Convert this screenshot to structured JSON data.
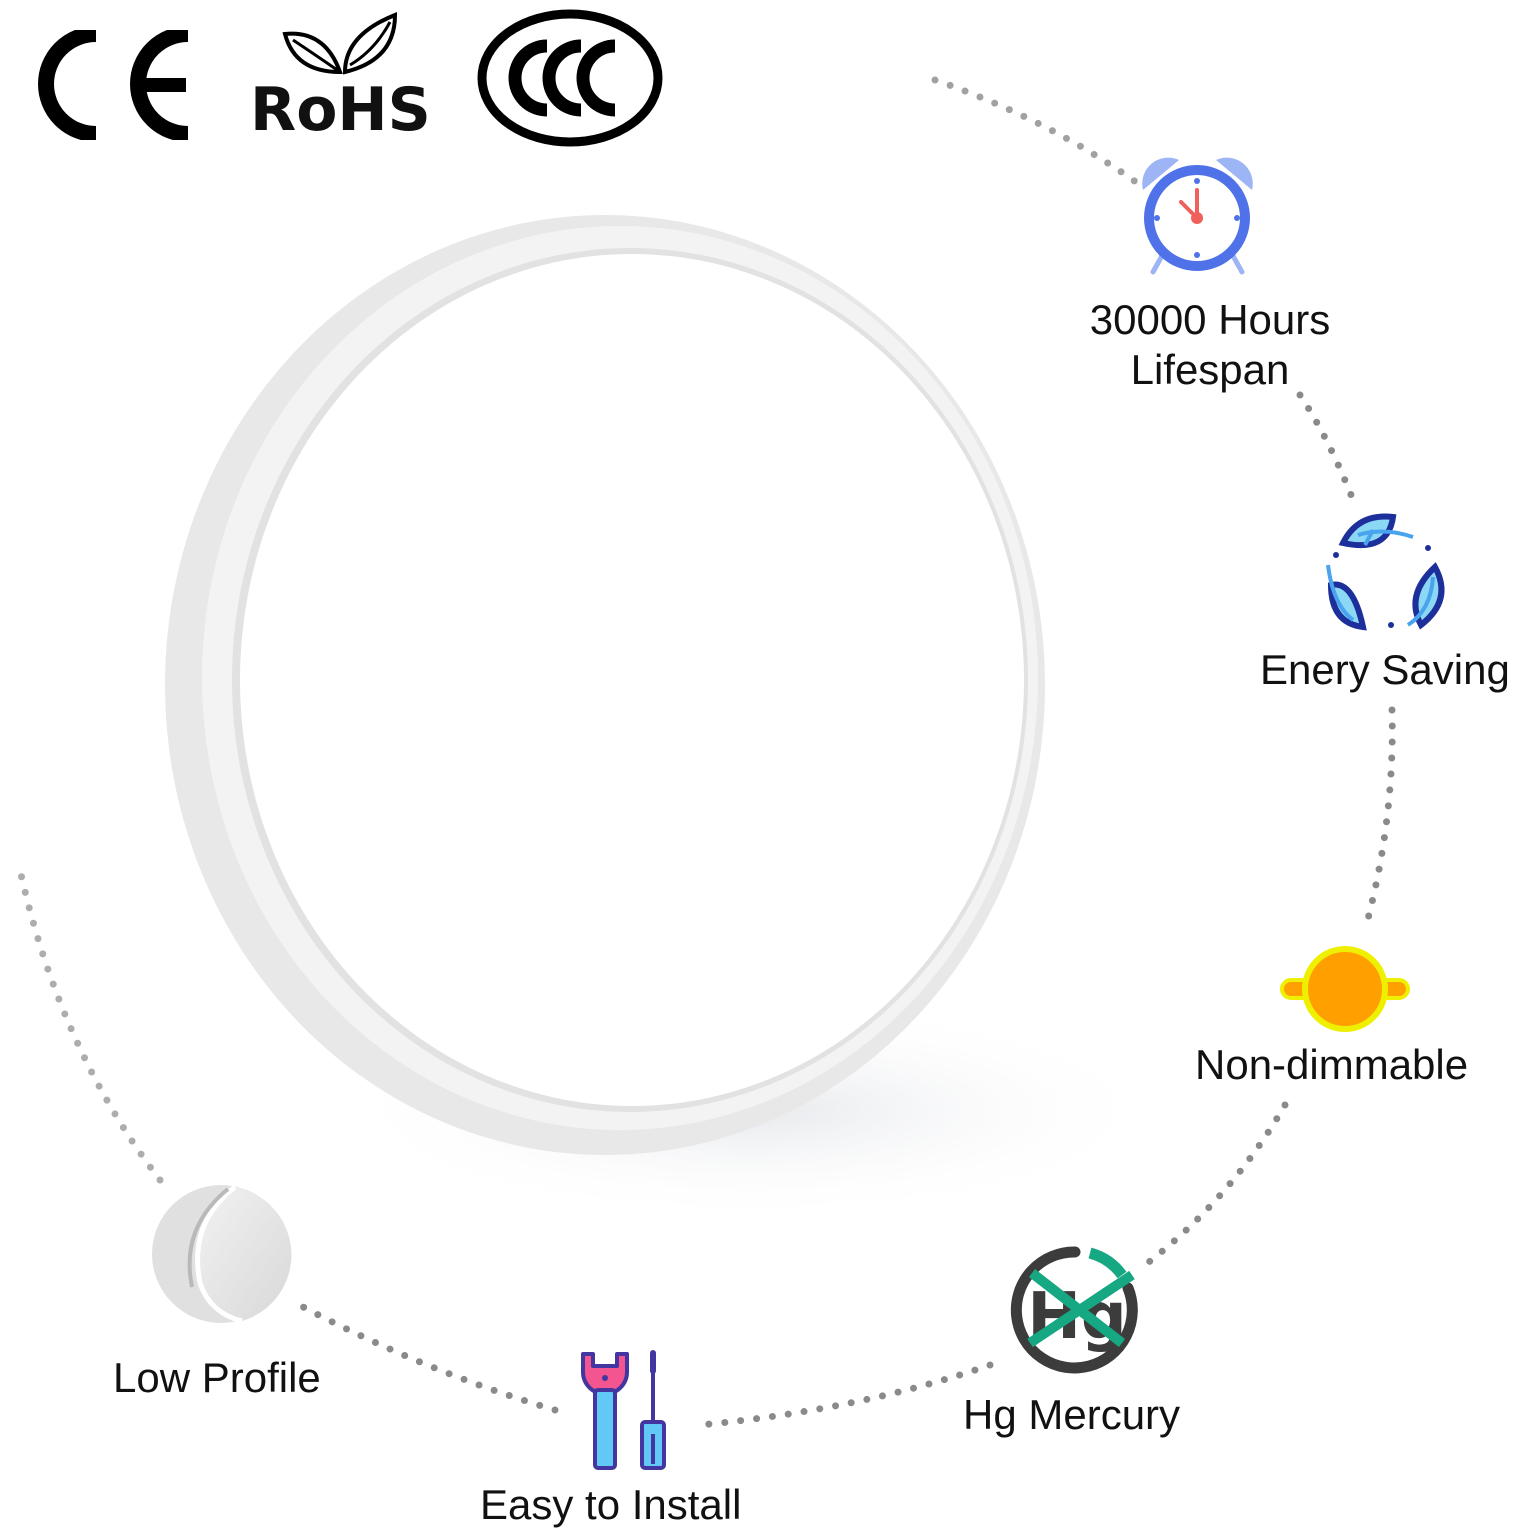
{
  "certifications": [
    {
      "id": "ce",
      "label": "CE"
    },
    {
      "id": "rohs",
      "label": "RoHS"
    },
    {
      "id": "ccc",
      "label": "CCC"
    }
  ],
  "product": {
    "name": "round-ceiling-light"
  },
  "features": [
    {
      "id": "lifespan",
      "icon": "alarm-clock-icon",
      "line1": "30000 Hours",
      "line2": "Lifespan"
    },
    {
      "id": "energy",
      "icon": "recycle-leaves-icon",
      "label": "Enery Saving"
    },
    {
      "id": "dimmable",
      "icon": "sun-bulb-icon",
      "label": "Non-dimmable"
    },
    {
      "id": "mercury",
      "icon": "no-mercury-icon",
      "label": "Hg Mercury",
      "icon_text": "Hg"
    },
    {
      "id": "install",
      "icon": "tools-icon",
      "label": "Easy to Install"
    },
    {
      "id": "profile",
      "icon": "low-profile-icon",
      "label": "Low Profile"
    }
  ],
  "colors": {
    "clock_blue": "#4f72e8",
    "clock_bell": "#9db4f5",
    "clock_hand": "#f0605a",
    "leaf_fill": "#8ad8f4",
    "leaf_stroke": "#1d2f9a",
    "sun_orange": "#ff9f00",
    "sun_yellow": "#eef000",
    "mercury_gray": "#3c3c3c",
    "mercury_green": "#16a883",
    "wrench_pink": "#f2558f",
    "tool_blue": "#62c8f6",
    "tool_outline": "#4336a0",
    "dot_gray": "#888888"
  }
}
